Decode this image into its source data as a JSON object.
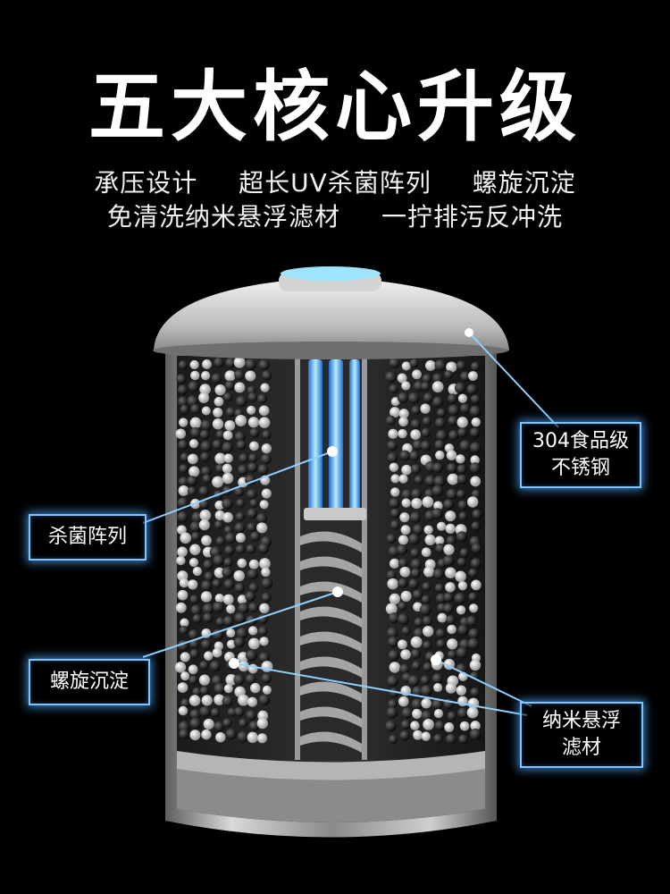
{
  "title": "五大核心升级",
  "features": {
    "row1": [
      "承压设计",
      "超长UV杀菌阵列",
      "螺旋沉淀"
    ],
    "row2": [
      "免清洗纳米悬浮滤材",
      "一拧排污反冲洗"
    ]
  },
  "callouts": {
    "steel": [
      "304食品级",
      "不锈钢"
    ],
    "uv": "杀菌阵列",
    "spiral": "螺旋沉淀",
    "media": [
      "纳米悬浮",
      "滤材"
    ]
  },
  "colors": {
    "accent": "#7fc4ff",
    "uv": "#48b8ff",
    "background": "#000000"
  }
}
